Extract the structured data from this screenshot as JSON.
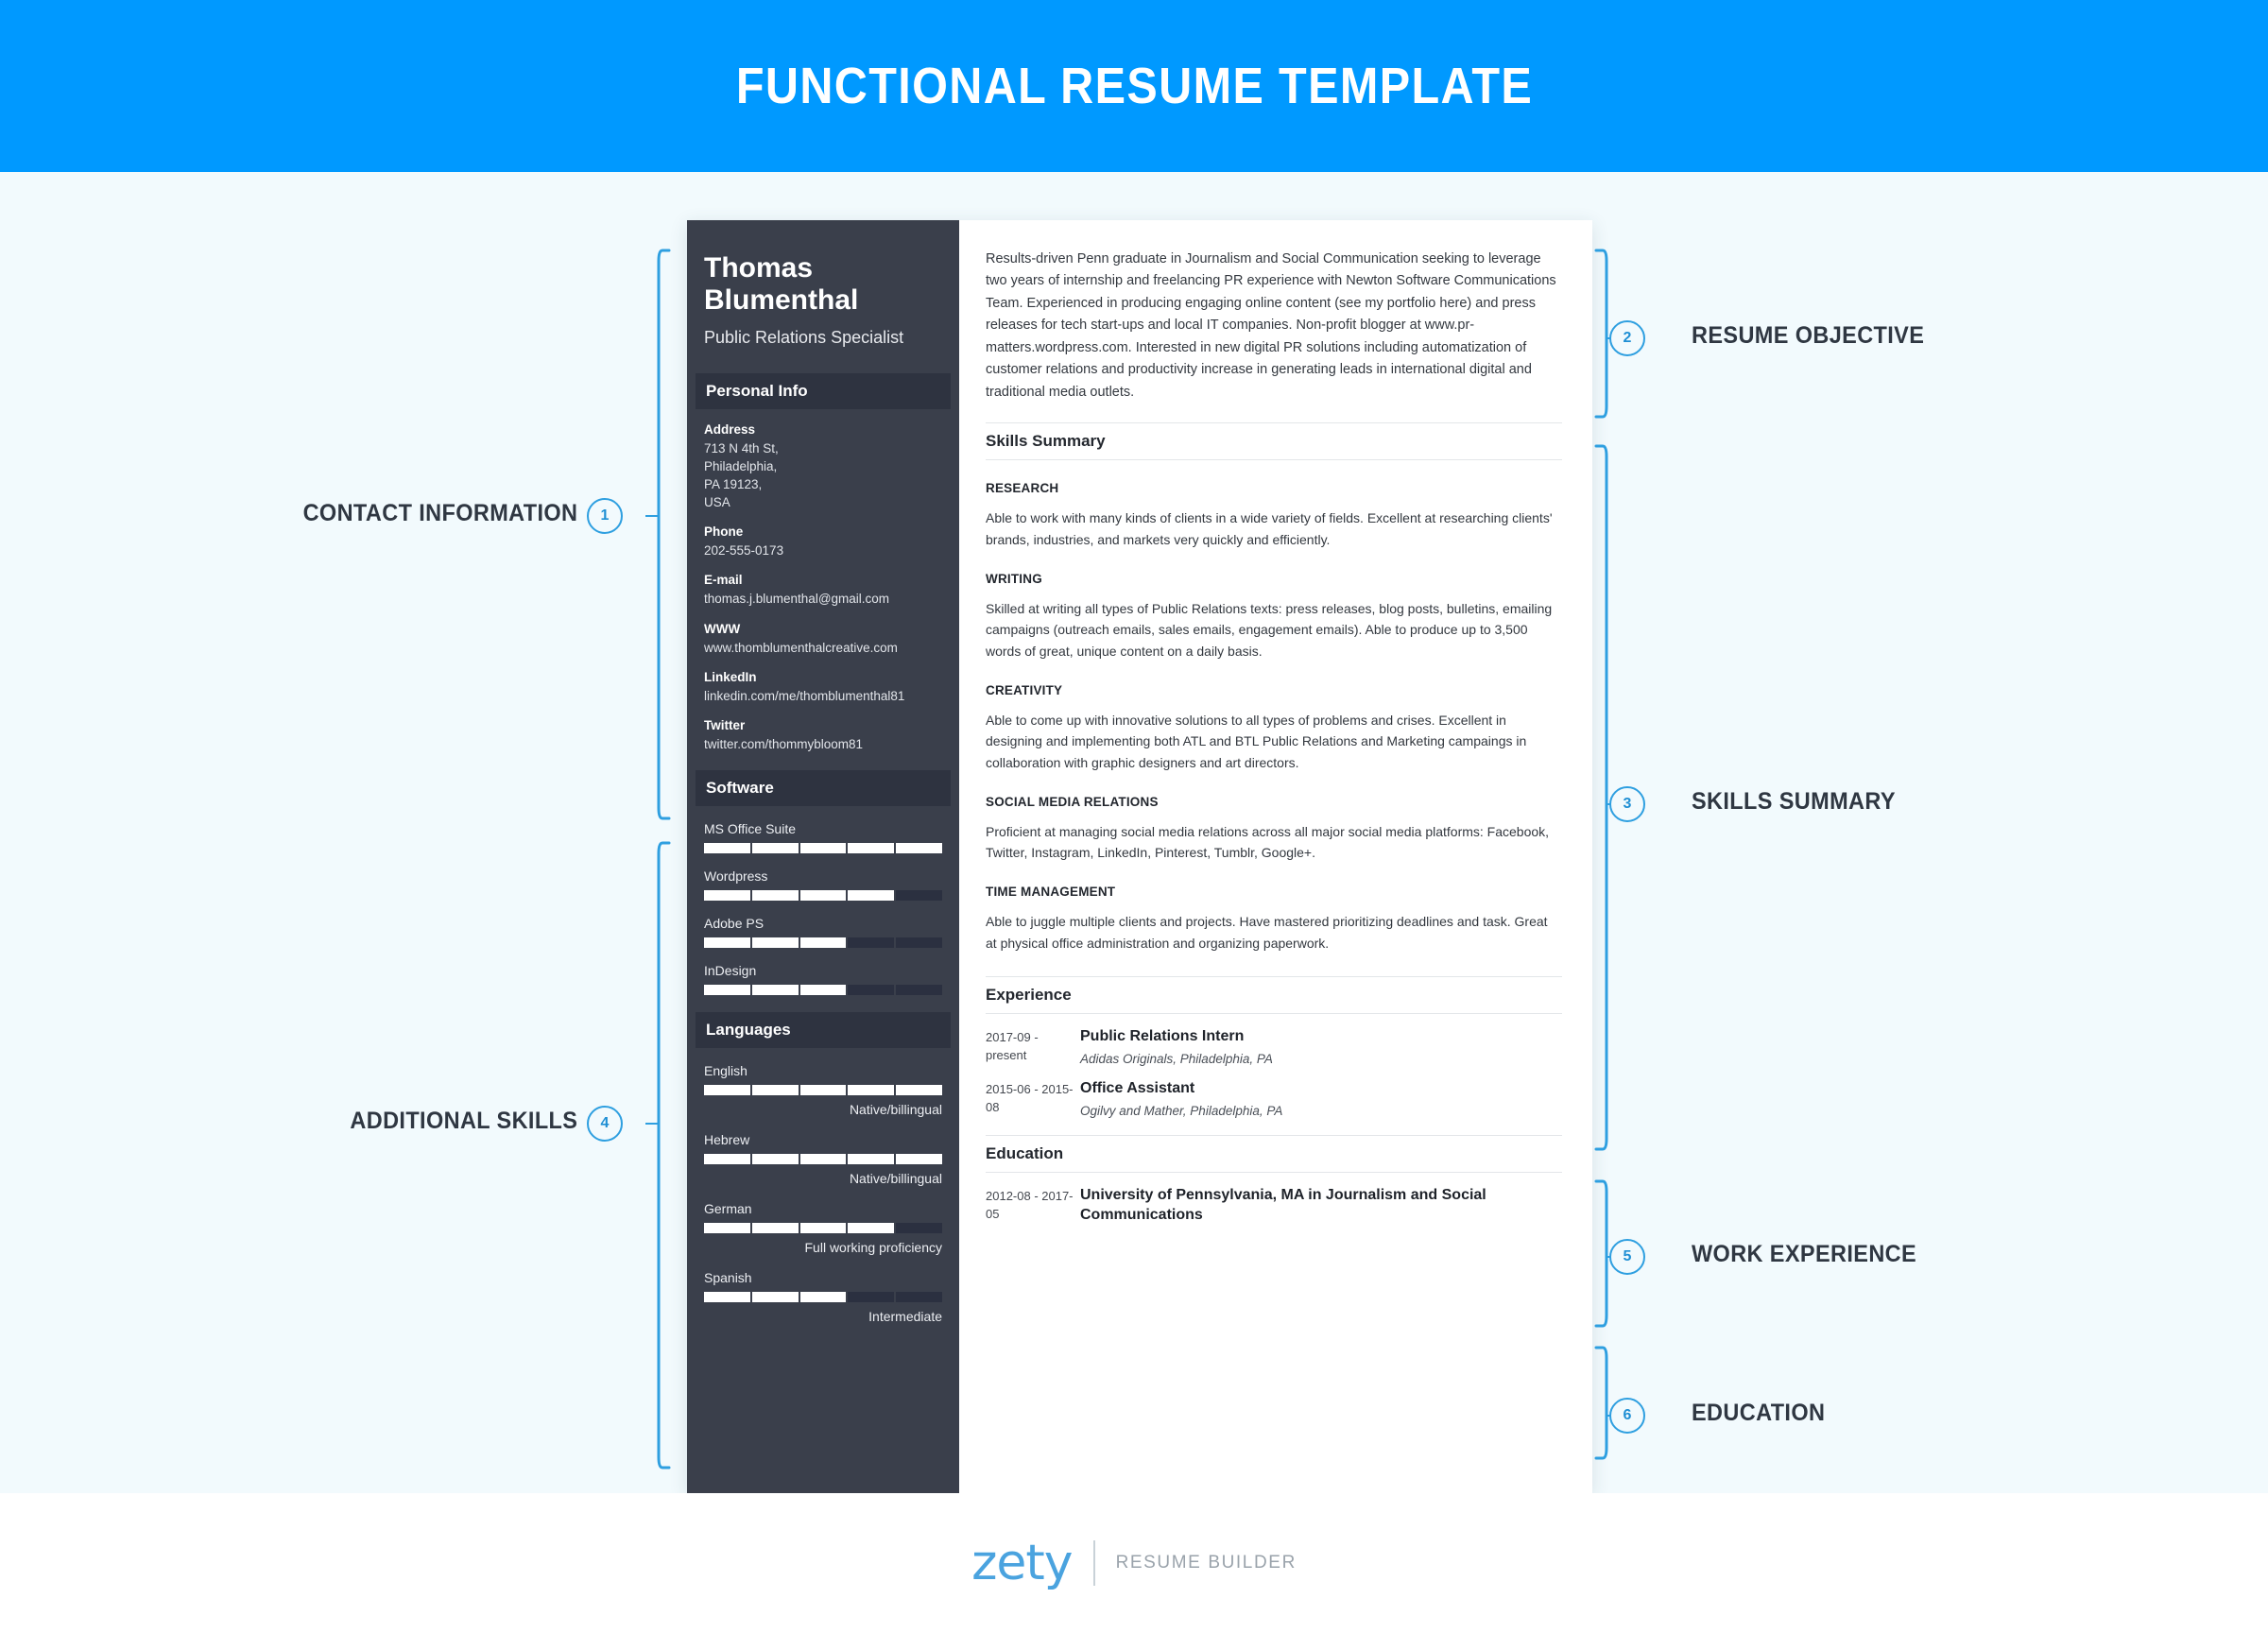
{
  "banner": {
    "title": "FUNCTIONAL RESUME TEMPLATE"
  },
  "resume": {
    "sidebar": {
      "name": "Thomas Blumenthal",
      "role": "Public Relations Specialist",
      "personal_info_heading": "Personal Info",
      "fields": [
        {
          "label": "Address",
          "value": "713 N 4th St,\nPhiladelphia,\nPA 19123,\nUSA"
        },
        {
          "label": "Phone",
          "value": "202-555-0173"
        },
        {
          "label": "E-mail",
          "value": "thomas.j.blumenthal@gmail.com"
        },
        {
          "label": "WWW",
          "value": "www.thomblumenthalcreative.com"
        },
        {
          "label": "LinkedIn",
          "value": "linkedin.com/me/thomblumenthal81"
        },
        {
          "label": "Twitter",
          "value": "twitter.com/thommybloom81"
        }
      ],
      "software_heading": "Software",
      "software": [
        {
          "name": "MS Office Suite",
          "level": 5,
          "max": 5
        },
        {
          "name": "Wordpress",
          "level": 4,
          "max": 5
        },
        {
          "name": "Adobe PS",
          "level": 3,
          "max": 5
        },
        {
          "name": "InDesign",
          "level": 3,
          "max": 5
        }
      ],
      "languages_heading": "Languages",
      "languages": [
        {
          "name": "English",
          "level": 5,
          "max": 5,
          "proficiency": "Native/billingual"
        },
        {
          "name": "Hebrew",
          "level": 5,
          "max": 5,
          "proficiency": "Native/billingual"
        },
        {
          "name": "German",
          "level": 4,
          "max": 5,
          "proficiency": "Full working proficiency"
        },
        {
          "name": "Spanish",
          "level": 3,
          "max": 5,
          "proficiency": "Intermediate"
        }
      ]
    },
    "main": {
      "objective": "Results-driven Penn graduate in Journalism and Social Communication seeking to leverage two years of internship and freelancing PR experience with Newton Software Communications Team. Experienced in producing engaging online content (see my portfolio here) and press releases for tech start-ups and local IT companies. Non-profit blogger at www.pr-matters.wordpress.com. Interested in new digital PR solutions including automatization of customer relations and productivity increase in generating leads in international digital and traditional media outlets.",
      "skills_summary_heading": "Skills Summary",
      "skills": [
        {
          "title": "RESEARCH",
          "text": "Able to work with many kinds of clients in a wide variety of fields. Excellent at researching clients' brands, industries, and markets very quickly and efficiently."
        },
        {
          "title": "WRITING",
          "text": "Skilled at writing all types of Public Relations texts: press releases, blog posts, bulletins, emailing campaigns (outreach emails, sales emails, engagement emails). Able to produce up to 3,500 words of great, unique content on a daily basis."
        },
        {
          "title": "CREATIVITY",
          "text": "Able to come up with innovative solutions to all types of problems and crises. Excellent in designing and implementing both ATL and BTL Public Relations and Marketing campaings in collaboration with graphic designers and art directors."
        },
        {
          "title": "SOCIAL MEDIA RELATIONS",
          "text": "Proficient at managing social media relations across all major social media platforms: Facebook, Twitter, Instagram, LinkedIn, Pinterest, Tumblr, Google+."
        },
        {
          "title": "TIME MANAGEMENT",
          "text": "Able to juggle multiple clients and projects. Have mastered prioritizing deadlines and task. Great at physical office administration and organizing paperwork."
        }
      ],
      "experience_heading": "Experience",
      "experience": [
        {
          "date": "2017-09 - present",
          "title": "Public Relations Intern",
          "sub": "Adidas Originals, Philadelphia, PA"
        },
        {
          "date": "2015-06 - 2015-08",
          "title": "Office Assistant",
          "sub": "Ogilvy and Mather, Philadelphia, PA"
        }
      ],
      "education_heading": "Education",
      "education": [
        {
          "date": "2012-08 - 2017-05",
          "title": "University of Pennsylvania, MA in Journalism and Social Communications"
        }
      ]
    }
  },
  "callouts": [
    {
      "number": "1",
      "label": "CONTACT INFORMATION",
      "side": "left"
    },
    {
      "number": "2",
      "label": "RESUME OBJECTIVE",
      "side": "right"
    },
    {
      "number": "3",
      "label": "SKILLS SUMMARY",
      "side": "right"
    },
    {
      "number": "4",
      "label": "ADDITIONAL SKILLS",
      "side": "left"
    },
    {
      "number": "5",
      "label": "WORK EXPERIENCE",
      "side": "right"
    },
    {
      "number": "6",
      "label": "EDUCATION",
      "side": "right"
    }
  ],
  "footer": {
    "logo": "zety",
    "tagline": "RESUME BUILDER"
  },
  "colors": {
    "banner_blue": "#0099ff",
    "page_bg": "#f2fafd",
    "sidebar_dark": "#3a3f4b",
    "sidebar_bar": "#2e3340",
    "accent_blue": "#2e9fe0",
    "logo_blue": "#4aa3df"
  }
}
